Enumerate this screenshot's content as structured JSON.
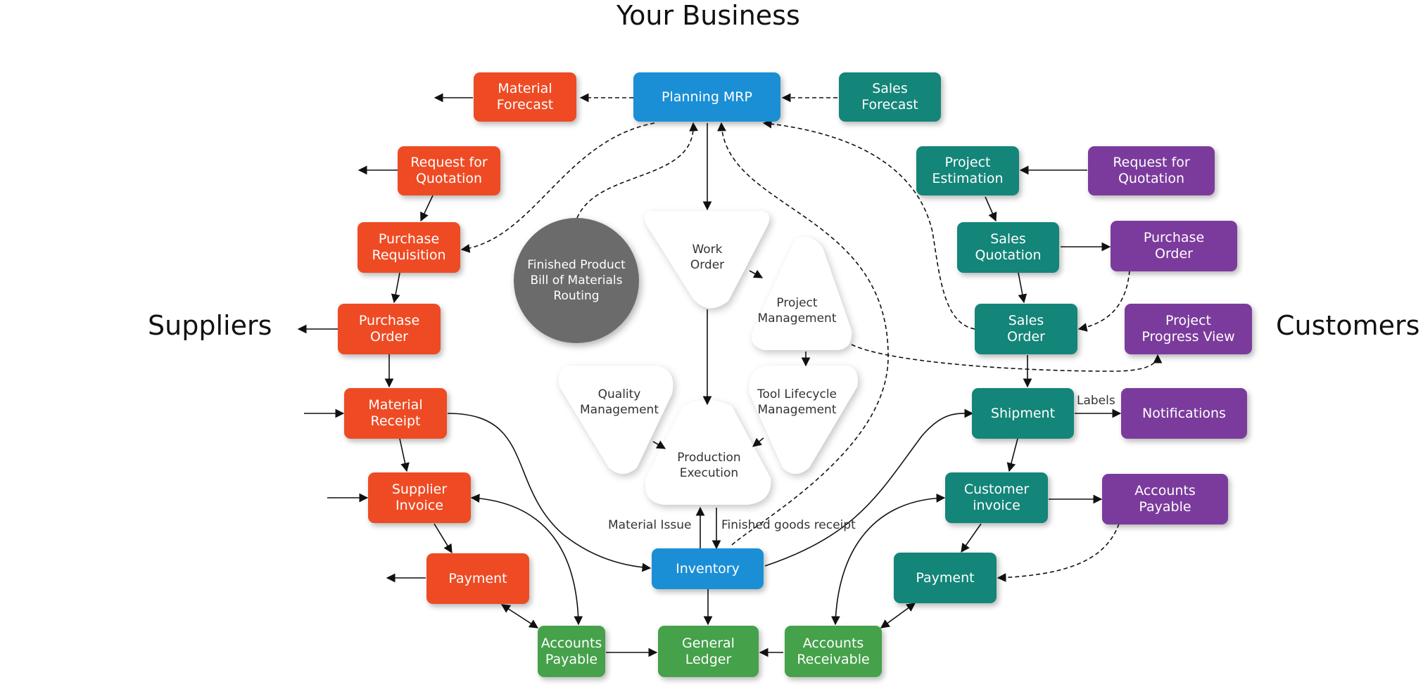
{
  "title": "Your Business",
  "side_labels": {
    "left": "Suppliers",
    "right": "Customers"
  },
  "center": {
    "circle": "Finished Product\nBill of Materials\nRouting",
    "work_order": "Work\nOrder",
    "project_management": "Project\nManagement",
    "tool_lifecycle": "Tool Lifecycle\nManagement",
    "quality_management": "Quality\nManagement",
    "production_execution": "Production\nExecution"
  },
  "nodes": {
    "planning_mrp": "Planning MRP",
    "sales_forecast": "Sales\nForecast",
    "material_forecast": "Material\nForecast",
    "supplier_rfq": "Request for\nQuotation",
    "purchase_requisition": "Purchase\nRequisition",
    "supplier_purchase_order": "Purchase\nOrder",
    "material_receipt": "Material\nReceipt",
    "supplier_invoice": "Supplier\nInvoice",
    "supplier_payment": "Payment",
    "accounts_payable": "Accounts\nPayable",
    "general_ledger": "General\nLedger",
    "accounts_receivable": "Accounts\nReceivable",
    "inventory": "Inventory",
    "project_estimation": "Project\nEstimation",
    "customer_rfq": "Request for\nQuotation",
    "sales_quotation": "Sales\nQuotation",
    "customer_purchase_order": "Purchase\nOrder",
    "sales_order": "Sales\nOrder",
    "project_progress_view": "Project\nProgress View",
    "shipment": "Shipment",
    "notifications": "Notifications",
    "customer_invoice": "Customer\ninvoice",
    "customer_accounts_payable": "Accounts\nPayable",
    "customer_payment": "Payment"
  },
  "edge_labels": {
    "labels": "Labels",
    "material_issue": "Material Issue",
    "finished_goods_receipt": "Finished goods receipt"
  },
  "colors": {
    "supplier": "#ee4b24",
    "core": "#1b8fd6",
    "customer": "#148579",
    "customer_external": "#7b3b9c",
    "finance": "#45a14a",
    "circle": "#6b6b6b"
  }
}
